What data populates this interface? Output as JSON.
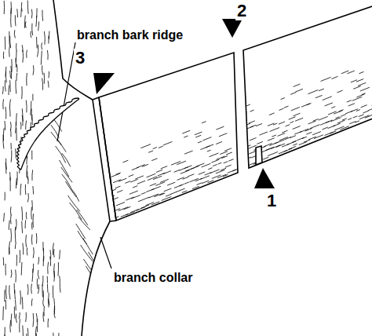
{
  "diagram": {
    "labels": [
      "2",
      "branch bark ridge",
      "3",
      "1",
      "branch collar"
    ]
  }
}
